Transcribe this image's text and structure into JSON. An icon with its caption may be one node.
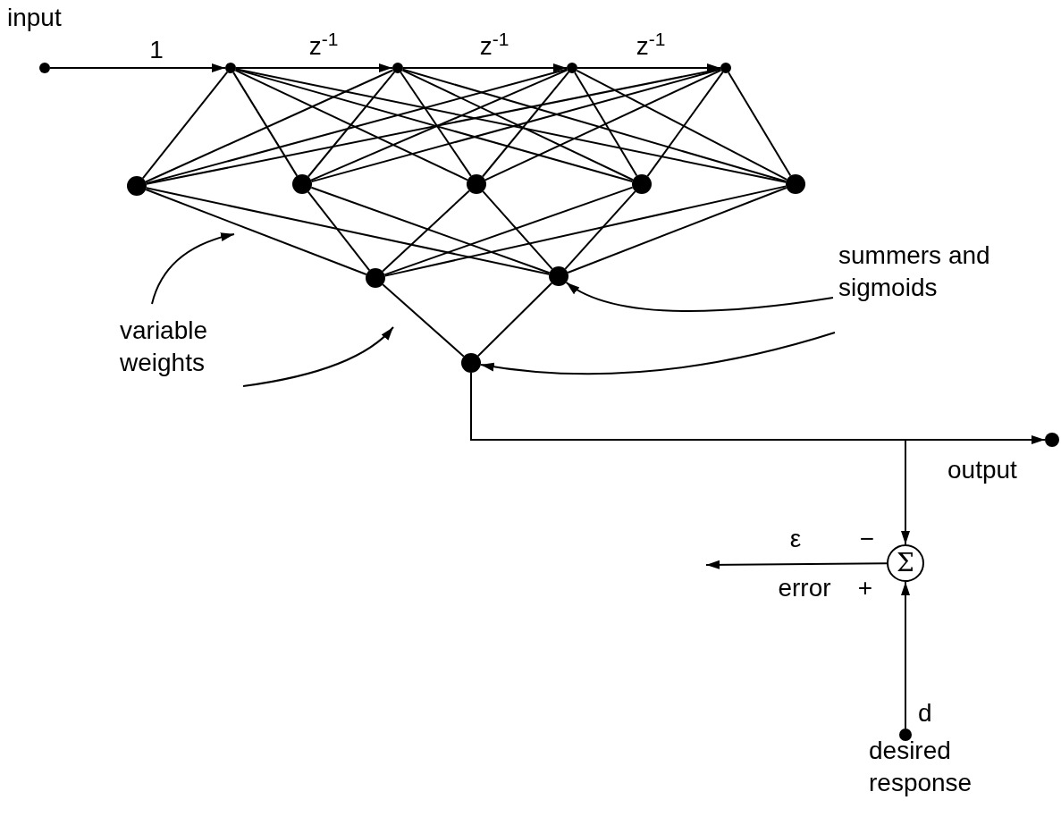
{
  "diagram": {
    "nodes": [
      {
        "text": [],
        "shape": "circle",
        "beside": [
          "input"
        ]
      },
      {
        "text": [],
        "shape": "circle"
      },
      {
        "text": [],
        "shape": "circle"
      },
      {
        "text": [],
        "shape": "circle"
      },
      {
        "text": [],
        "shape": "circle"
      },
      {
        "text": [],
        "shape": "circle"
      },
      {
        "text": [],
        "shape": "circle"
      },
      {
        "text": [],
        "shape": "circle"
      },
      {
        "text": [],
        "shape": "circle"
      },
      {
        "text": [],
        "shape": "circle"
      },
      {
        "text": [],
        "shape": "circle"
      },
      {
        "text": [],
        "shape": "circle"
      },
      {
        "text": [],
        "shape": "circle"
      },
      {
        "text": [],
        "shape": "circle",
        "beside": [
          "output"
        ]
      },
      {
        "text": [
          "Σ"
        ]
      },
      {
        "text": [],
        "shape": "circle",
        "beside": [
          "d",
          "desired response"
        ]
      },
      {
        "text": [
          "variable weights"
        ]
      },
      {
        "text": [
          "summers and sigmoids"
        ]
      }
    ],
    "edges": [
      {
        "from": 0,
        "to": 1,
        "arrow": "to",
        "label": "1"
      },
      {
        "from": 1,
        "to": 2,
        "arrow": "to",
        "label": "z$^{-1}$"
      },
      {
        "from": 2,
        "to": 3,
        "arrow": "to",
        "label": "z$^{-1}$"
      },
      {
        "from": 3,
        "to": 4,
        "arrow": "to",
        "label": "z$^{-1}$"
      },
      {
        "from": 1,
        "to": 5,
        "arrow": "none"
      },
      {
        "from": 1,
        "to": 6,
        "arrow": "none"
      },
      {
        "from": 1,
        "to": 7,
        "arrow": "none"
      },
      {
        "from": 1,
        "to": 8,
        "arrow": "none"
      },
      {
        "from": 1,
        "to": 9,
        "arrow": "none"
      },
      {
        "from": 2,
        "to": 5,
        "arrow": "none"
      },
      {
        "from": 2,
        "to": 6,
        "arrow": "none"
      },
      {
        "from": 2,
        "to": 7,
        "arrow": "none"
      },
      {
        "from": 2,
        "to": 8,
        "arrow": "none"
      },
      {
        "from": 2,
        "to": 9,
        "arrow": "none"
      },
      {
        "from": 3,
        "to": 5,
        "arrow": "none"
      },
      {
        "from": 3,
        "to": 6,
        "arrow": "none"
      },
      {
        "from": 3,
        "to": 7,
        "arrow": "none"
      },
      {
        "from": 3,
        "to": 8,
        "arrow": "none"
      },
      {
        "from": 3,
        "to": 9,
        "arrow": "none"
      },
      {
        "from": 4,
        "to": 5,
        "arrow": "none"
      },
      {
        "from": 4,
        "to": 6,
        "arrow": "none"
      },
      {
        "from": 4,
        "to": 7,
        "arrow": "none"
      },
      {
        "from": 4,
        "to": 8,
        "arrow": "none"
      },
      {
        "from": 4,
        "to": 9,
        "arrow": "none"
      },
      {
        "from": 5,
        "to": 10,
        "arrow": "none"
      },
      {
        "from": 5,
        "to": 11,
        "arrow": "none"
      },
      {
        "from": 6,
        "to": 10,
        "arrow": "none"
      },
      {
        "from": 6,
        "to": 11,
        "arrow": "none"
      },
      {
        "from": 7,
        "to": 10,
        "arrow": "none"
      },
      {
        "from": 7,
        "to": 11,
        "arrow": "none"
      },
      {
        "from": 8,
        "to": 10,
        "arrow": "none"
      },
      {
        "from": 8,
        "to": 11,
        "arrow": "none"
      },
      {
        "from": 9,
        "to": 10,
        "arrow": "none"
      },
      {
        "from": 9,
        "to": 11,
        "arrow": "none"
      },
      {
        "from": 10,
        "to": 12,
        "arrow": "none"
      },
      {
        "from": 11,
        "to": 12,
        "arrow": "none"
      },
      {
        "from": 12,
        "to": 13,
        "arrow": "to"
      },
      {
        "from": 12,
        "to": 14,
        "arrow": "to"
      },
      {
        "from": 14,
        "to": null,
        "arrow": "to",
        "label": "ε"
      },
      {
        "from": 15,
        "to": 14,
        "arrow": "to"
      },
      {
        "from": 16,
        "to": null,
        "arrow": "to"
      },
      {
        "from": 16,
        "to": null,
        "arrow": "to"
      },
      {
        "from": 17,
        "to": 11,
        "arrow": "to"
      },
      {
        "from": 17,
        "to": 12,
        "arrow": "to"
      }
    ],
    "labels": [
      "−",
      "error",
      "+"
    ]
  }
}
